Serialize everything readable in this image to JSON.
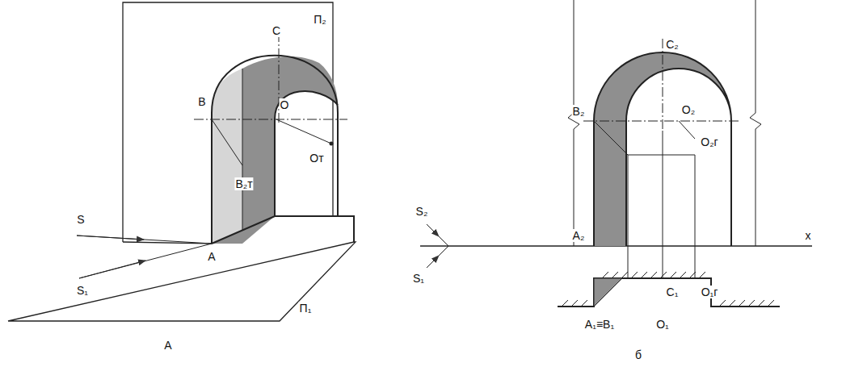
{
  "diagram": {
    "labels": [
      "Π₂",
      "C",
      "B",
      "O",
      "B₂т",
      "Oт",
      "S",
      "S₁",
      "A",
      "Π₁",
      "A",
      "C₂",
      "B₂",
      "O₂",
      "O₂г",
      "S₂",
      "A₂",
      "x",
      "S₁",
      "C₁",
      "O₁г",
      "A₁≡B₁",
      "O₁",
      "б"
    ]
  }
}
